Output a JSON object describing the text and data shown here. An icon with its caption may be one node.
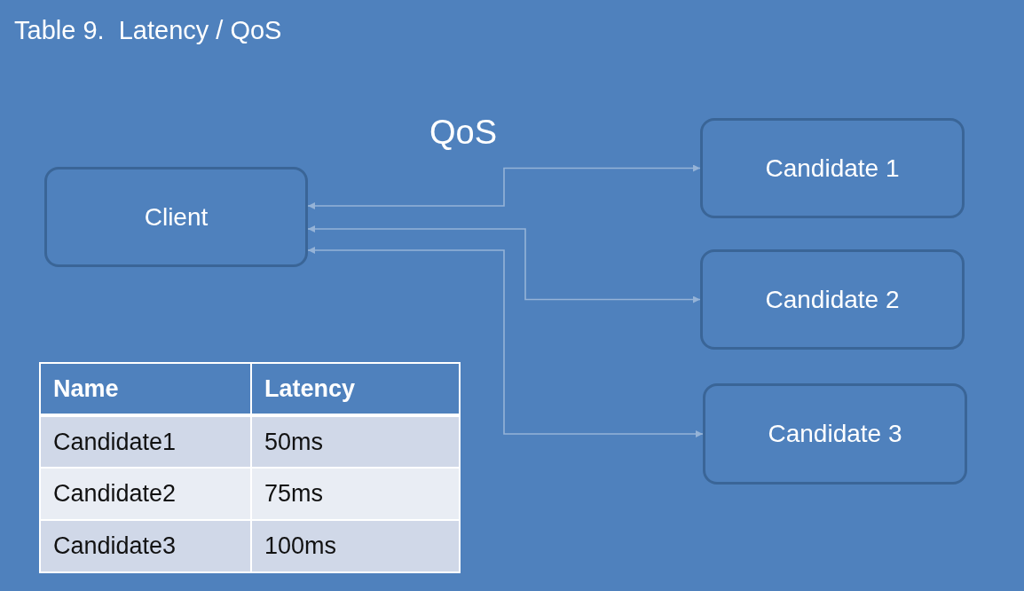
{
  "diagram": {
    "title": "Table 9.  Latency / QoS",
    "nodes": [
      {
        "text": [
          "Client"
        ]
      },
      {
        "text": [
          "Candidate 1"
        ]
      },
      {
        "text": [
          "Candidate 2"
        ]
      },
      {
        "text": [
          "Candidate 3"
        ]
      }
    ],
    "edges": [
      {
        "from": 0,
        "to": 1,
        "arrow": "both"
      },
      {
        "from": 0,
        "to": 2,
        "arrow": "both"
      },
      {
        "from": 0,
        "to": 3,
        "arrow": "both"
      }
    ],
    "labels": [
      "QoS",
      "Name",
      "Latency",
      "Candidate1",
      "50ms",
      "Candidate2",
      "75ms",
      "Candidate3",
      "100ms"
    ]
  }
}
